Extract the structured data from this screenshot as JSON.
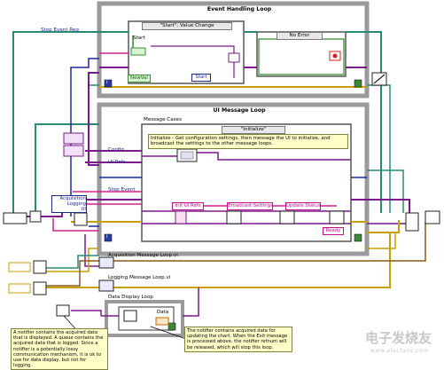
{
  "frames": {
    "event_loop_title": "Event Handling Loop",
    "ui_loop_title": "UI Message Loop",
    "data_loop_title": "Data Display Loop"
  },
  "event_case": {
    "selector": "\"Start\": Value Change",
    "start_label": "Start",
    "newval_label": "NewVal",
    "start_const": "Start",
    "error_selector": "No Error"
  },
  "terminals": {
    "stop_event_reg": "Stop Event Reg",
    "config": "Config",
    "ui_refs": "UI Refs",
    "stop_event": "Stop Event",
    "iteration": "i",
    "acquisition_logging_ui": [
      "Acquisition",
      "Logging",
      "UI"
    ],
    "data_label": "Data"
  },
  "message_cases": {
    "label": "Message Cases",
    "selector": "\"Initialize\"",
    "description": "Initialize - Get configuration settings, then message the UI to initialize, and broadcast the settings to the other message loops.",
    "strings": [
      "Init UI Refs",
      "Broadcast Settings",
      "Update Status",
      "Ready"
    ]
  },
  "subvis": {
    "acquisition": "Acquisition Message Loop.vi",
    "logging": "Logging Message Loop.vi"
  },
  "notes": {
    "left": "A notifier contains the acquired data that is displayed. A queue contains the acquired data that is logged. Since a notifier is a potentially lossy communication mechanism, it is ok to use for data display, but not for logging.",
    "right": "The notifier contains acquired data for updating the chart. When the Exit message is processed above, the notifier refnum will be released, which will stop this loop."
  },
  "watermark": {
    "cn": "电子发烧友",
    "url": "www.elecfans.com"
  },
  "colors": {
    "frame_gray": "#9a9a9a",
    "wire_teal": "#2a8a7a",
    "wire_purple": "#7a1a8a",
    "wire_pink": "#d0208c",
    "wire_yellow": "#c8a000",
    "wire_blue": "#1a2a9a",
    "wire_green": "#2a8a2a",
    "wire_orange": "#c86400"
  }
}
